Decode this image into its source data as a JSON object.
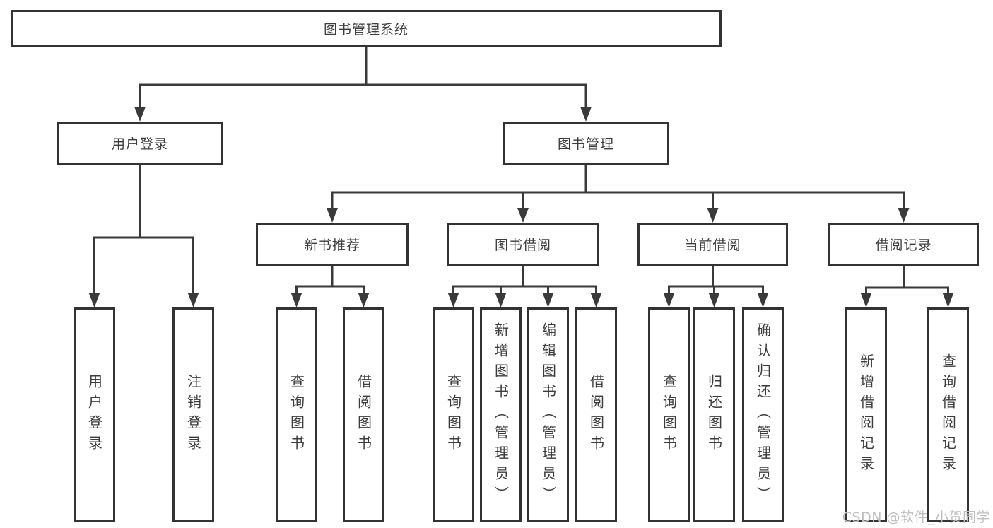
{
  "root": {
    "label": "图书管理系统"
  },
  "login_branch": {
    "label": "用户登录",
    "leaves": [
      "用户登录",
      "注销登录"
    ]
  },
  "mgmt_branch": {
    "label": "图书管理",
    "sections": [
      {
        "label": "新书推荐",
        "leaves": [
          "查询图书",
          "借阅图书"
        ]
      },
      {
        "label": "图书借阅",
        "leaves": [
          "查询图书",
          "新增图书（管理员）",
          "编辑图书（管理员）",
          "借阅图书"
        ]
      },
      {
        "label": "当前借阅",
        "leaves": [
          "查询图书",
          "归还图书",
          "确认归还（管理员）"
        ]
      },
      {
        "label": "借阅记录",
        "leaves": [
          "新增借阅记录",
          "查询借阅记录"
        ]
      }
    ]
  },
  "watermark": {
    "text": "CSDN @软件_小贺同学"
  },
  "colors": {
    "line": "#3a3a3a",
    "box_border": "#333333",
    "text": "#3c3c3c",
    "watermark": "#bfbfbf",
    "background": "#ffffff"
  }
}
